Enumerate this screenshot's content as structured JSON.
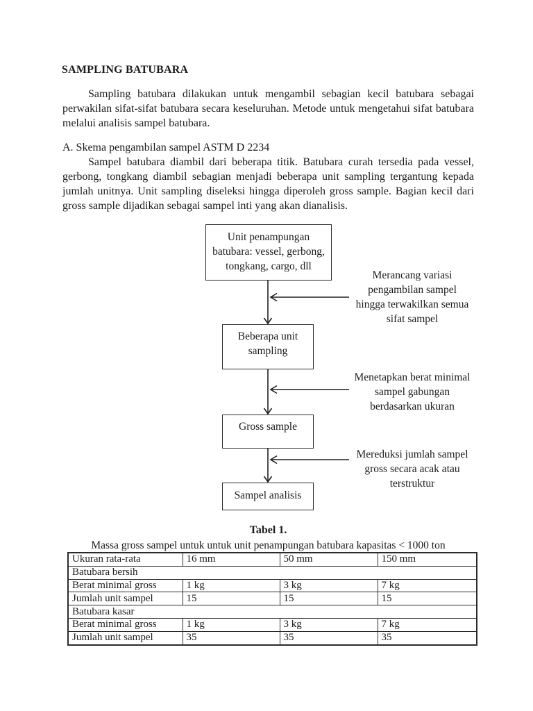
{
  "document": {
    "title": "SAMPLING BATUBARA",
    "intro_paragraph": "Sampling batubara dilakukan untuk mengambil sebagian kecil batubara sebagai perwakilan sifat-sifat batubara secara keseluruhan. Metode untuk mengetahui sifat batubara melalui analisis sampel batubara.",
    "section_heading": "A. Skema pengambilan sampel ASTM D 2234",
    "section_paragraph": "Sampel batubara diambil dari beberapa titik. Batubara curah tersedia pada vessel, gerbong, tongkang diambil sebagian menjadi beberapa unit sampling tergantung kepada jumlah unitnya. Unit sampling diseleksi hingga diperoleh gross sample. Bagian kecil dari gross sample dijadikan sebagai sampel inti yang akan dianalisis."
  },
  "flowchart": {
    "boxes": [
      {
        "lines": [
          "Unit penampungan",
          "batubara: vessel, gerbong,",
          "tongkang, cargo, dll"
        ]
      },
      {
        "lines": [
          "Beberapa unit",
          "sampling"
        ]
      },
      {
        "lines": [
          "Gross sample"
        ]
      },
      {
        "lines": [
          "Sampel analisis"
        ]
      }
    ],
    "annotations": [
      {
        "lines": [
          "Merancang variasi",
          "pengambilan sampel",
          "hingga terwakilkan semua",
          "sifat sampel"
        ]
      },
      {
        "lines": [
          "Menetapkan berat minimal",
          "sampel gabungan",
          "berdasarkan ukuran"
        ]
      },
      {
        "lines": [
          "Mereduksi jumlah sampel",
          "gross secara acak atau",
          "terstruktur"
        ]
      }
    ]
  },
  "table": {
    "caption": "Tabel 1.",
    "subtitle": "Massa gross sampel untuk untuk unit penampungan batubara kapasitas < 1000 ton",
    "header": [
      "Ukuran rata-rata",
      "16 mm",
      "50 mm",
      "150 mm"
    ],
    "group1": {
      "label": "Batubara bersih",
      "rows": [
        [
          "Berat minimal gross",
          "1 kg",
          "3 kg",
          "7 kg"
        ],
        [
          "Jumlah unit sampel",
          "15",
          "15",
          "15"
        ]
      ]
    },
    "group2": {
      "label": "Batubara kasar",
      "rows": [
        [
          "Berat minimal gross",
          "1 kg",
          "3 kg",
          "7 kg"
        ],
        [
          "Jumlah unit sampel",
          "35",
          "35",
          "35"
        ]
      ]
    }
  },
  "colors": {
    "ink": "#1b1b1b",
    "line": "#2a2a2a",
    "page_background": "#ffffff"
  }
}
